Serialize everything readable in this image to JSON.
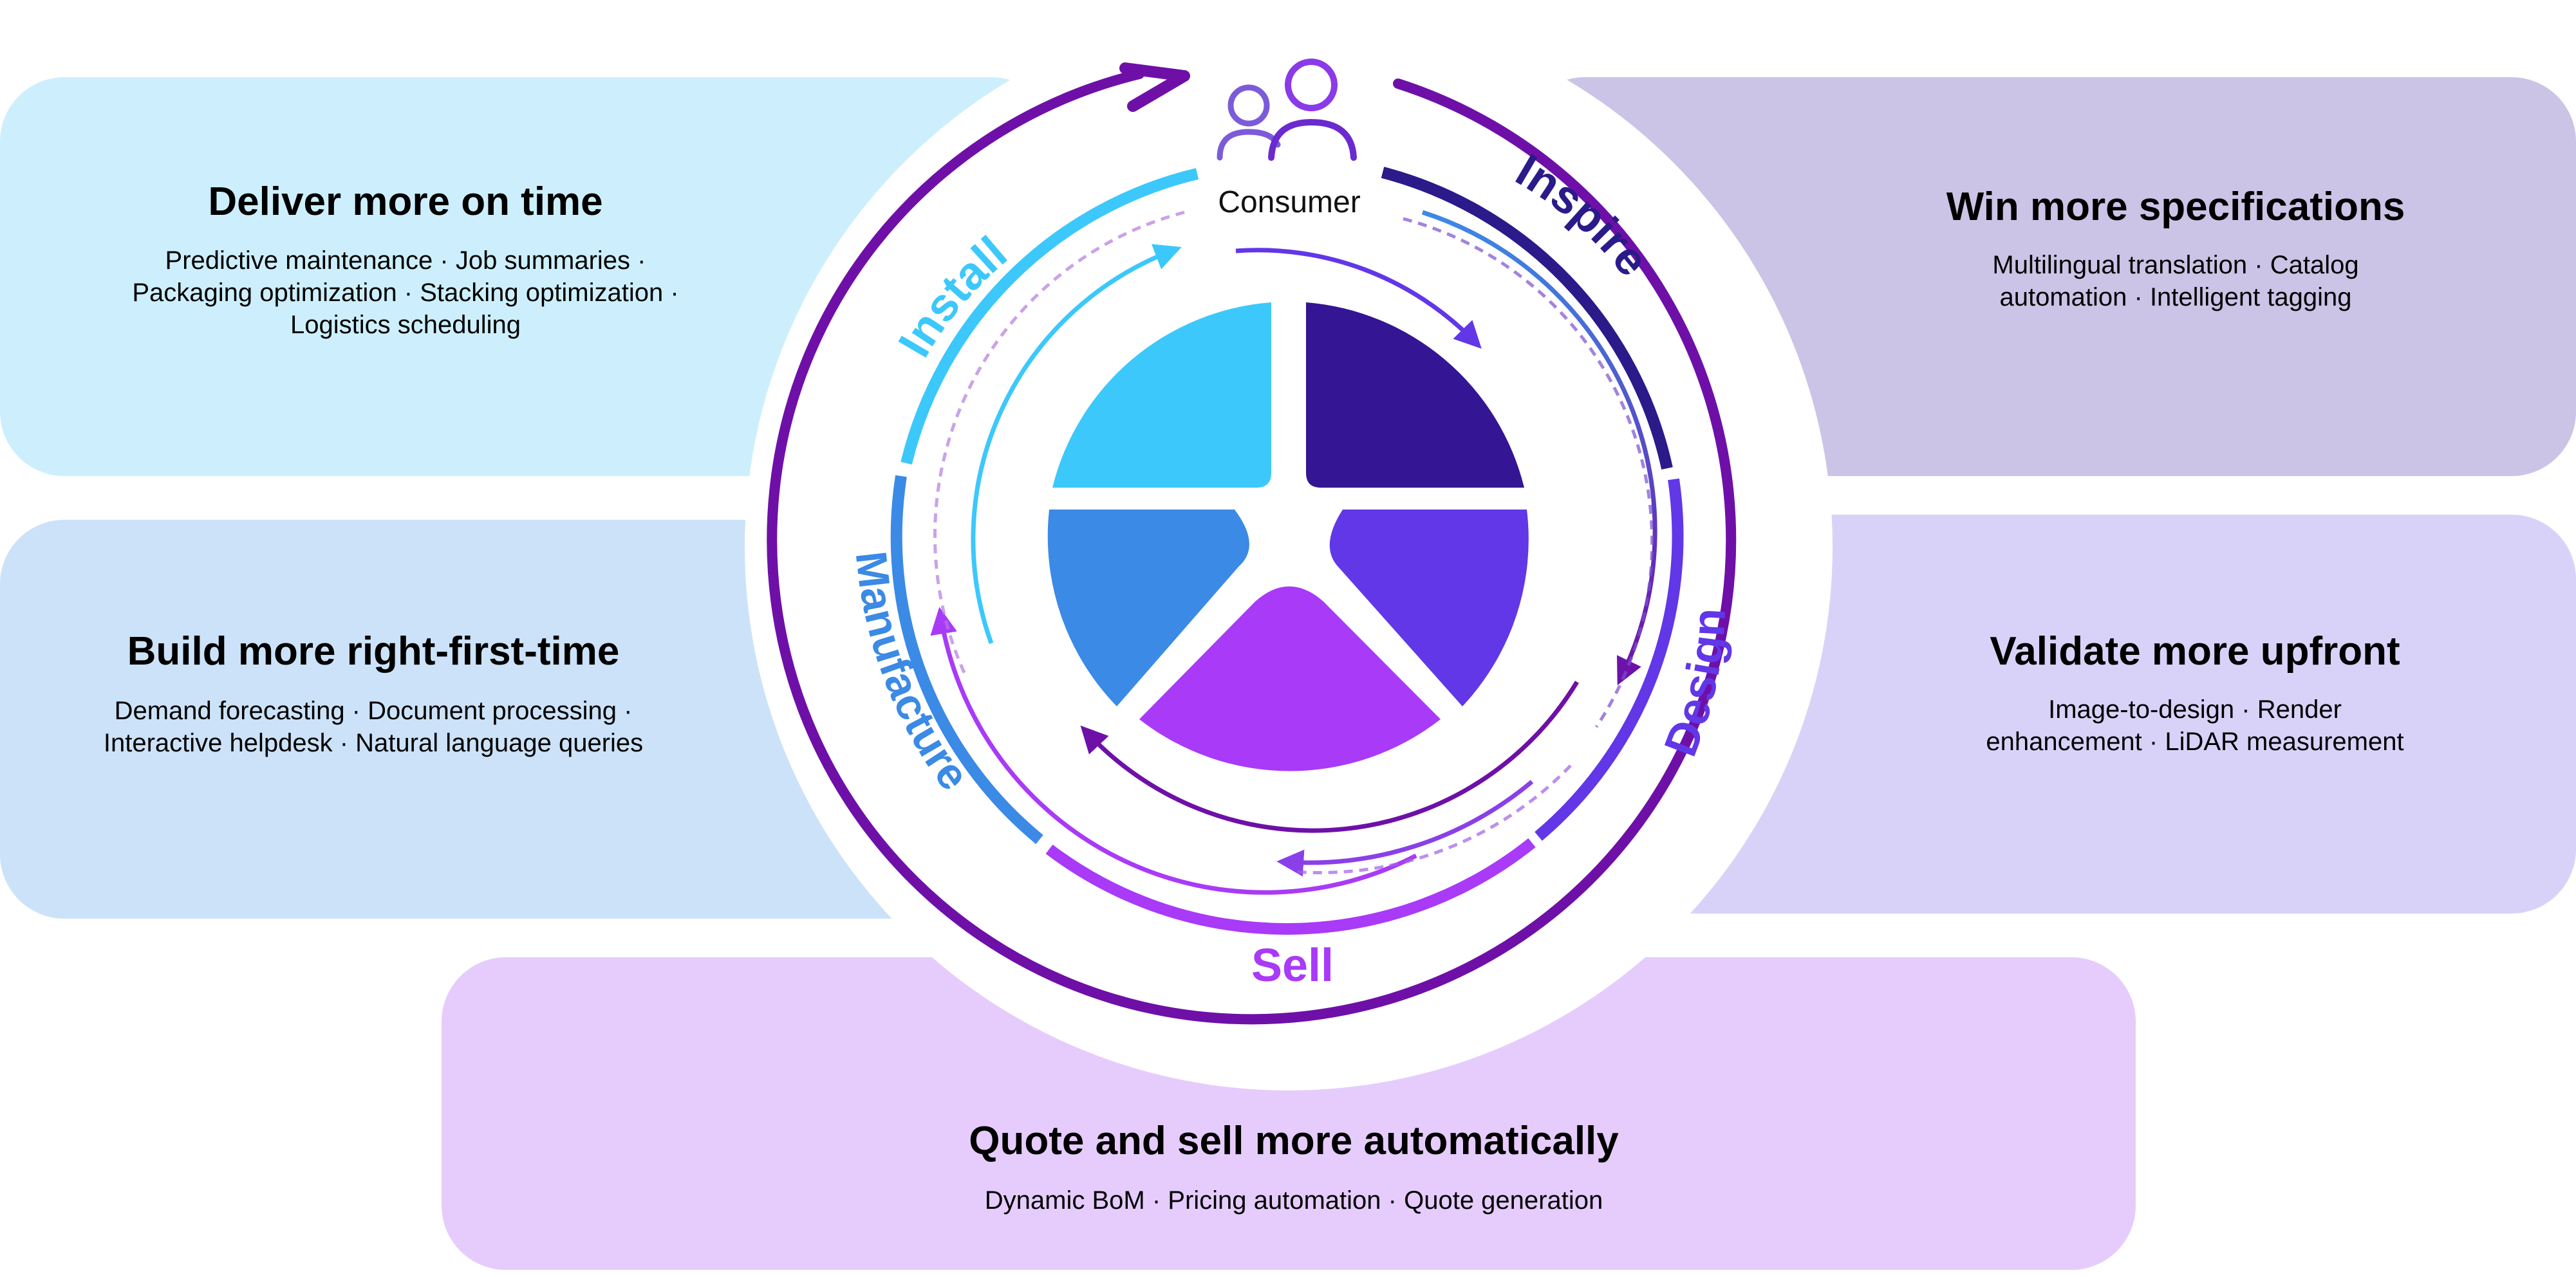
{
  "colors": {
    "install": "#3cc8fb",
    "inspire": "#341594",
    "design": "#6137e8",
    "sell": "#a93af8",
    "manufacture": "#3b8ae5",
    "outer_ring": "#6e10a8"
  },
  "hub": {
    "label": "Consumer",
    "icon": "people-icon"
  },
  "stages": {
    "install": "Install",
    "inspire": "Inspire",
    "design": "Design",
    "sell": "Sell",
    "manufacture": "Manufacture"
  },
  "panels": {
    "deliver": {
      "title": "Deliver more on time",
      "lines": [
        "Predictive maintenance  ·  Job summaries  ·",
        "Packaging optimization  ·  Stacking optimization  ·",
        "Logistics scheduling"
      ]
    },
    "build": {
      "title": "Build more right-first-time",
      "lines": [
        "Demand forecasting  ·  Document processing  ·",
        "Interactive helpdesk  ·  Natural language queries"
      ]
    },
    "win": {
      "title": "Win more specifications",
      "lines": [
        "Multilingual translation  ·  Catalog",
        "automation  ·  Intelligent tagging"
      ]
    },
    "validate": {
      "title": "Validate more upfront",
      "lines": [
        "Image-to-design  ·  Render",
        "enhancement  ·  LiDAR measurement"
      ]
    },
    "quote": {
      "title": "Quote and sell more automatically",
      "lines": [
        "Dynamic BoM  ·  Pricing automation  ·  Quote generation"
      ]
    }
  }
}
